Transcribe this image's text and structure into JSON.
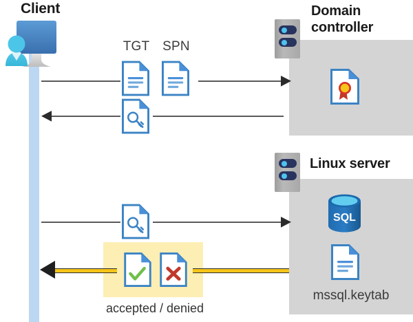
{
  "diagram": {
    "type": "kerberos-authentication-flow",
    "background": "#ffffff"
  },
  "client": {
    "label": "Client",
    "icon": "user-with-monitor-icon",
    "lifeline_color": "#bcd7f2"
  },
  "domain_controller": {
    "label_line1": "Domain",
    "label_line2": "controller",
    "server_icon": "server-rack-icon",
    "panel_color": "#d4d4d4",
    "contents": [
      {
        "icon": "certificate-document-icon",
        "label": ""
      }
    ]
  },
  "linux_server": {
    "label": "Linux server",
    "server_icon": "server-rack-icon",
    "panel_color": "#d4d4d4",
    "contents": [
      {
        "icon": "sql-database-icon",
        "label": "SQL"
      },
      {
        "icon": "keytab-document-icon",
        "label": "mssql.keytab"
      }
    ]
  },
  "messages": [
    {
      "id": "msg-request",
      "direction": "client-to-dc",
      "tokens": [
        {
          "label": "TGT",
          "icon": "document-lines-icon"
        },
        {
          "label": "SPN",
          "icon": "document-lines-icon"
        }
      ],
      "arrow_color": "#5a5a5a"
    },
    {
      "id": "msg-service-ticket",
      "direction": "dc-to-client",
      "tokens": [
        {
          "label": "",
          "icon": "document-key-icon"
        }
      ],
      "arrow_color": "#5a5a5a"
    },
    {
      "id": "msg-present-ticket",
      "direction": "client-to-linux",
      "tokens": [
        {
          "label": "",
          "icon": "document-key-icon"
        }
      ],
      "arrow_color": "#5a5a5a"
    },
    {
      "id": "msg-result",
      "direction": "linux-to-client",
      "tokens": [
        {
          "label": "",
          "icon": "document-check-icon"
        },
        {
          "label": "",
          "icon": "document-x-icon"
        }
      ],
      "caption": "accepted / denied",
      "arrow_color": "#f5c518",
      "highlight_color": "#fdeeb4"
    }
  ],
  "labels": {
    "tgt": "TGT",
    "spn": "SPN",
    "accepted_denied": "accepted / denied",
    "sql": "SQL",
    "keytab": "mssql.keytab"
  },
  "colors": {
    "panel_gray": "#d4d4d4",
    "lifeline_blue": "#bcd7f2",
    "wire_gray": "#5a5a5a",
    "highlight_yellow": "#fdeeb4",
    "arrow_yellow": "#f5c518",
    "doc_blue": "#2f7cc4",
    "accent_blue": "#4a90d9",
    "check_green": "#70bf4b",
    "x_red": "#c0392b"
  }
}
